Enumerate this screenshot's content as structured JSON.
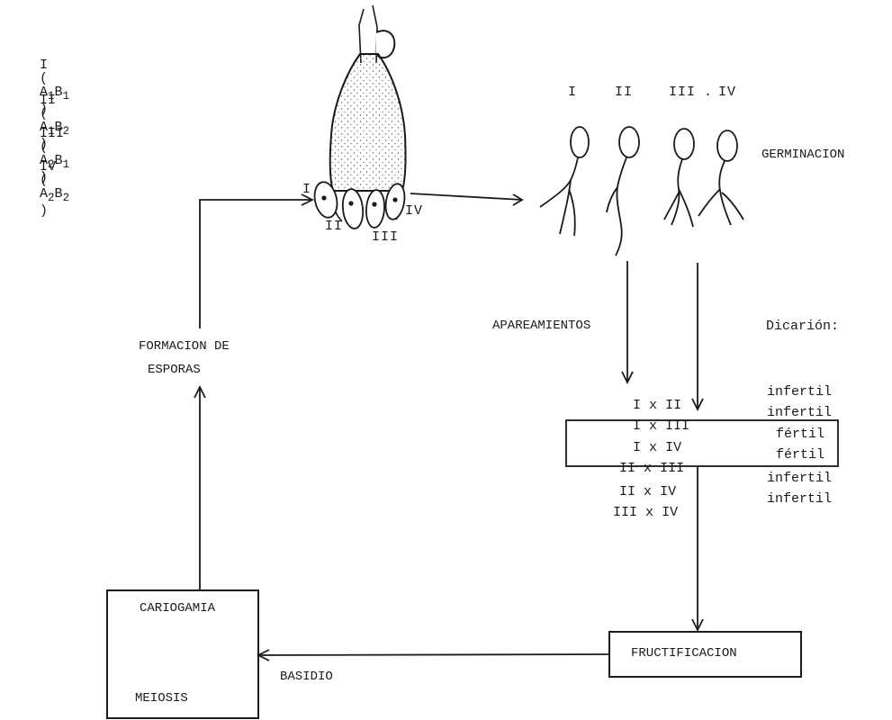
{
  "genotypes": [
    {
      "type": "I",
      "paren_open": "(",
      "a": "A",
      "a_sub": "1",
      "b": "B",
      "b_sub": "1",
      "paren_close": ")"
    },
    {
      "type": "II",
      "paren_open": "(",
      "a": "A",
      "a_sub": "1",
      "b": "B",
      "b_sub": "2",
      "paren_close": ")"
    },
    {
      "type": "III",
      "paren_open": "(",
      "a": "A",
      "a_sub": "2",
      "b": "B",
      "b_sub": "1",
      "paren_close": ")"
    },
    {
      "type": "IV",
      "paren_open": "(",
      "a": "A",
      "a_sub": "2",
      "b": "B",
      "b_sub": "2",
      "paren_close": ")"
    }
  ],
  "basidium_spore_labels": [
    "I",
    "II",
    "III",
    "IV"
  ],
  "germination_labels": [
    "I",
    "II",
    "III",
    "IV"
  ],
  "germination_dot": ".",
  "germination_title": "GERMINACION",
  "pairings_label": "APAREAMIENTOS",
  "dikaryon_label": "Dicarión:",
  "crosses": [
    {
      "a": "I",
      "x": "x",
      "b": "II",
      "result": "infertil"
    },
    {
      "a": "I",
      "x": "x",
      "b": "III",
      "result": "infertil"
    },
    {
      "a": "I",
      "x": "x",
      "b": "IV",
      "result": "fértil"
    },
    {
      "a": "II",
      "x": "x",
      "b": "III",
      "result": "fértil"
    },
    {
      "a": "II",
      "x": "x",
      "b": "IV",
      "result": "infertil"
    },
    {
      "a": "III",
      "x": "x",
      "b": "IV",
      "result": "infertil"
    }
  ],
  "spore_formation_line1": "FORMACION DE",
  "spore_formation_line2": "ESPORAS",
  "karyogamy_box": {
    "top": "CARIOGAMIA",
    "bottom": "MEIOSIS"
  },
  "basidium_label": "BASIDIO",
  "fruiting_box": "FRUCTIFICACION",
  "colors": {
    "ink": "#1a1a1a",
    "background": "#ffffff",
    "stipple": "#555555"
  }
}
